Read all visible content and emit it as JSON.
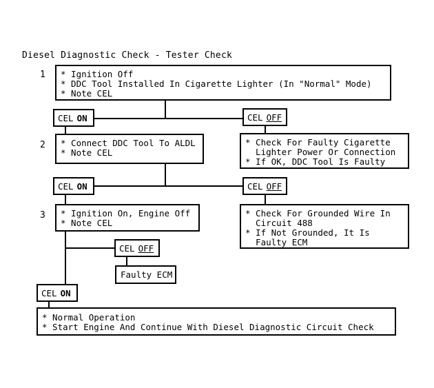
{
  "diagram": {
    "title": "Diesel Diagnostic Check - Tester Check",
    "steps": [
      {
        "number": "1",
        "lines": "* Ignition Off\n* DDC Tool Installed In Cigarette Lighter (In \"Normal\" Mode)\n* Note CEL"
      },
      {
        "number": "2",
        "lines": "* Connect DDC Tool To ALDL\n* Note CEL"
      },
      {
        "number": "3",
        "lines": "* Ignition On, Engine Off\n* Note CEL"
      }
    ],
    "outcomes": {
      "step1_off": "* Check For Faulty Cigarette\n  Lighter Power Or Connection\n* If OK, DDC Tool Is Faulty",
      "step2_off": "* Check For Grounded Wire In\n  Circuit 488\n* If Not Grounded, It Is\n  Faulty ECM",
      "step3_off": "Faulty ECM",
      "final": "* Normal Operation\n* Start Engine And Continue With Diesel Diagnostic Circuit Check"
    },
    "labels": {
      "cel_prefix": "CEL",
      "on": "ON",
      "off": "OFF"
    }
  }
}
